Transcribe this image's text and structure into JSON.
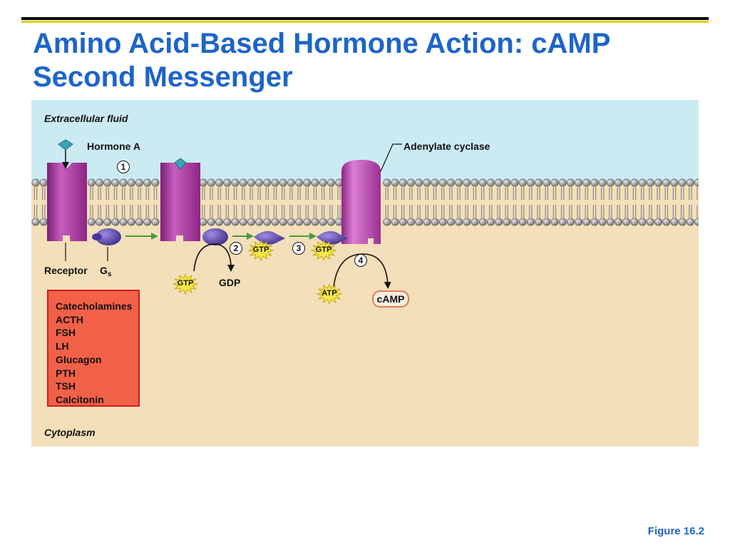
{
  "title": "Amino Acid-Based Hormone Action: cAMP Second Messenger",
  "regions": {
    "extracellular": "Extracellular fluid",
    "cytoplasm": "Cytoplasm"
  },
  "labels": {
    "hormone": "Hormone A",
    "adenylate_cyclase": "Adenylate cyclase",
    "receptor": "Receptor",
    "gs_main": "G",
    "gs_sub": "s",
    "gdp": "GDP",
    "camp": "cAMP"
  },
  "steps": [
    "1",
    "2",
    "3",
    "4"
  ],
  "stars": {
    "gtp_left": "GTP",
    "gtp_step2": "GTP",
    "gtp_step3": "GTP",
    "atp": "ATP"
  },
  "hormones": [
    "Catecholamines",
    "ACTH",
    "FSH",
    "LH",
    "Glucagon",
    "PTH",
    "TSH",
    "Calcitonin"
  ],
  "figure": "Figure 16.2",
  "colors": {
    "title": "#1e64c8",
    "extracellular_bg": "#cbebf3",
    "cytoplasm_bg": "#f3dfb9",
    "protein": "#a3339b",
    "g_protein": "#5a44a6",
    "star": "#f7e94a",
    "arrow": "#4a9a3a",
    "hormone_box": "#f26047"
  }
}
